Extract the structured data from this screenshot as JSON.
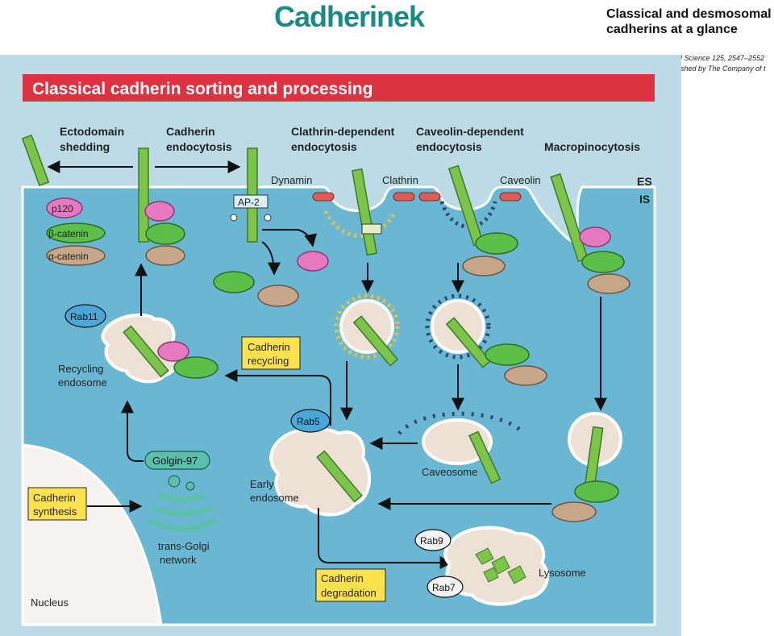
{
  "page": {
    "title": "Cadherinek",
    "subtitle": "Classical and desmosomal cadherins at a glance",
    "citation_line1": "ll Science 125, 2547–2552",
    "citation_line2": "ished by The Company of t"
  },
  "figure": {
    "banner": "Classical cadherin sorting and processing",
    "headings": {
      "ectodomain_1": "Ectodomain",
      "ectodomain_2": "shedding",
      "endocytosis_1": "Cadherin",
      "endocytosis_2": "endocytosis",
      "clathrin_dep_1": "Clathrin-dependent",
      "clathrin_dep_2": "endocytosis",
      "caveolin_dep_1": "Caveolin-dependent",
      "caveolin_dep_2": "endocytosis",
      "macropino": "Macropinocytosis"
    },
    "labels": {
      "dynamin": "Dynamin",
      "clathrin": "Clathrin",
      "caveolin": "Caveolin",
      "es": "ES",
      "is": "IS",
      "ap2": "AP-2",
      "p120": "p120",
      "beta_catenin": "β-catenin",
      "alpha_catenin": "α-catenin",
      "rab11": "Rab11",
      "recycling_1": "Recycling",
      "recycling_2": "endosome",
      "rab5": "Rab5",
      "early_1": "Early",
      "early_2": "endosome",
      "caveosome": "Caveosome",
      "golgin": "Golgin-97",
      "tgn_1": "trans-Golgi",
      "tgn_2": "network",
      "rab9": "Rab9",
      "rab7": "Rab7",
      "lysosome": "Lysosome",
      "nucleus": "Nucleus"
    },
    "boxes": {
      "recycling_1": "Cadherin",
      "recycling_2": "recycling",
      "synthesis_1": "Cadherin",
      "synthesis_2": "synthesis",
      "degradation_1": "Cadherin",
      "degradation_2": "degradation"
    },
    "colors": {
      "panel_bg": "#bcdbe6",
      "cytoplasm": "#6ab7d4",
      "membrane": "#ffffff",
      "banner": "#dd3340",
      "cadherin": "#7dc54a",
      "p120": "#e779c0",
      "beta_catenin": "#5cbf4a",
      "alpha_catenin": "#c7a689",
      "vesicle_lumen": "#ece1d4",
      "rab": "#4aa7da",
      "label_box": "#ffe24d",
      "dynamin": "#dd5c56",
      "clathrin_coat": "#e7c33c",
      "caveolin_coat": "#2c4a78",
      "title_color": "#1b8a86"
    }
  }
}
